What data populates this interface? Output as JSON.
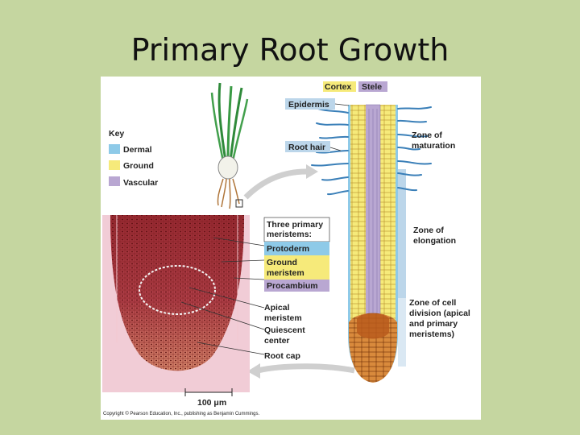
{
  "slide": {
    "title": "Primary Root Growth"
  },
  "figure": {
    "labels": {
      "cortex": "Cortex",
      "stele": "Stele",
      "epidermis": "Epidermis",
      "root_hair": "Root hair",
      "zone_maturation_1": "Zone of",
      "zone_maturation_2": "maturation",
      "zone_elongation_1": "Zone of",
      "zone_elongation_2": "elongation",
      "zone_division_1": "Zone of cell",
      "zone_division_2": "division (apical",
      "zone_division_3": "and primary",
      "zone_division_4": "meristems)",
      "apical_1": "Apical",
      "apical_2": "meristem",
      "quiescent_1": "Quiescent",
      "quiescent_2": "center",
      "root_cap": "Root cap",
      "scale": "100 μm",
      "copyright": "Copyright © Pearson Education, Inc., publishing as Benjamin Cummings."
    },
    "key": {
      "title": "Key",
      "items": [
        {
          "label": "Dermal",
          "color": "#8ecae8"
        },
        {
          "label": "Ground",
          "color": "#f6ea7a"
        },
        {
          "label": "Vascular",
          "color": "#b9a7d2"
        }
      ]
    },
    "meristems": {
      "heading_1": "Three primary",
      "heading_2": "meristems:",
      "protoderm": "Protoderm",
      "ground_1": "Ground",
      "ground_2": "meristem",
      "procambium": "Procambium"
    }
  }
}
